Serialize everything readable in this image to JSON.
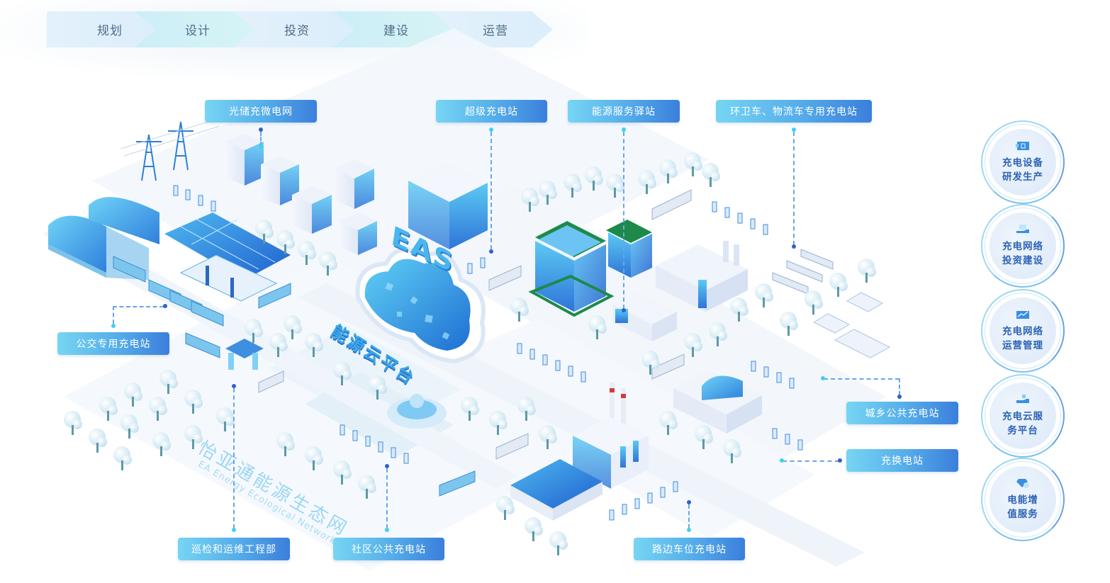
{
  "process_steps": [
    {
      "label": "规划"
    },
    {
      "label": "设计"
    },
    {
      "label": "投资"
    },
    {
      "label": "建设"
    },
    {
      "label": "运营"
    }
  ],
  "hub": {
    "logo_text": "EAS",
    "title": "能源云平台"
  },
  "network": {
    "title_cn": "怡亚通能源生态网",
    "title_en": "EA Energy Ecological Network"
  },
  "callouts": {
    "pv_storage_microgrid": "光储充微电网",
    "super_charging": "超级充电站",
    "energy_service_station": "能源服务驿站",
    "sanitation_logistics": "环卫车、物流车专用充电站",
    "bus_charging": "公交专用充电站",
    "urban_rural_public": "城乡公共充电站",
    "battery_swap": "充换电站",
    "inspection_maintenance": "巡检和运维工程部",
    "community_public": "社区公共充电站",
    "roadside_parking": "路边车位充电站"
  },
  "services": [
    {
      "line1": "充电设备",
      "line2": "研发生产",
      "icon": "device-box-icon"
    },
    {
      "line1": "充电网络",
      "line2": "投资建设",
      "icon": "hand-investment-icon"
    },
    {
      "line1": "充电网络",
      "line2": "运营管理",
      "icon": "trend-chart-icon"
    },
    {
      "line1": "充电云服",
      "line2": "务平台",
      "icon": "hand-cloud-icon"
    },
    {
      "line1": "电能增",
      "line2": "值服务",
      "icon": "diamond-value-icon"
    }
  ],
  "colors": {
    "callout_start": "#77d5f3",
    "callout_end": "#3b7fdc",
    "service_text": "#2d63b6",
    "step_text": "#4f6b88",
    "accent_blue": "#3aa8ea"
  }
}
